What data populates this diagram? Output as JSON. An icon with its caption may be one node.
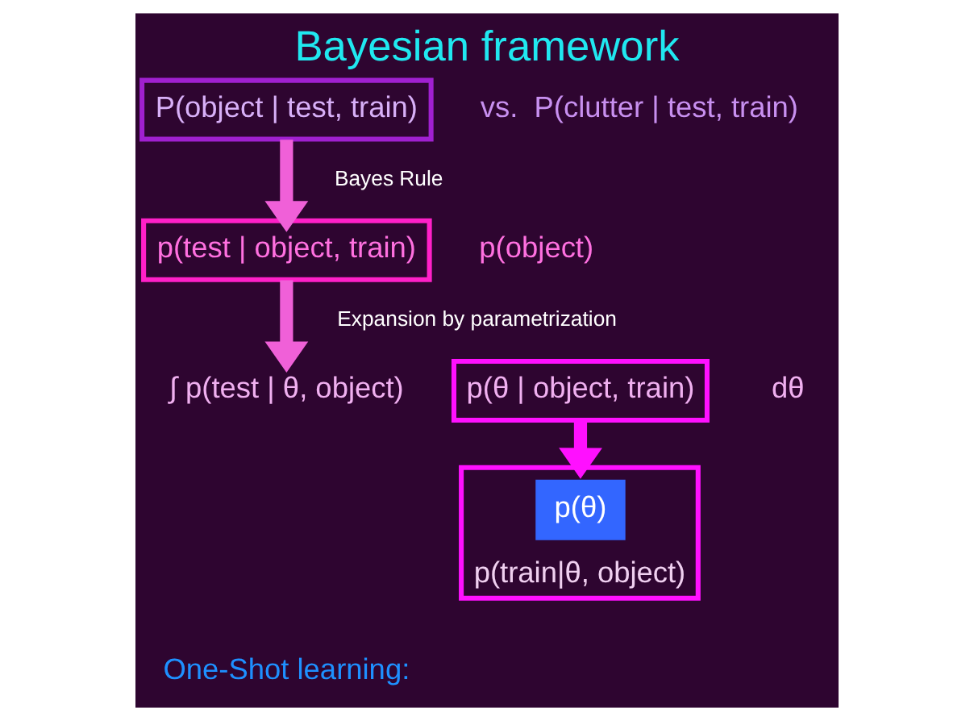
{
  "diagram": {
    "title": "Bayesian framework",
    "nodes": [
      {
        "text": [
          "P(object | test, train)"
        ]
      },
      {
        "text": [
          "p(test | object, train)"
        ]
      },
      {
        "text": [
          "∫ p(test | θ, object)"
        ]
      },
      {
        "text": [
          "p(θ | object, train)"
        ]
      },
      {
        "text": [
          "p(train|θ, object)"
        ]
      },
      {
        "text": [
          "p(θ)"
        ],
        "in": 4
      }
    ],
    "edges": [
      {
        "from": 0,
        "to": 1,
        "arrow": "to",
        "label": "Bayes Rule"
      },
      {
        "from": 1,
        "to": 2,
        "arrow": "to",
        "label": "Expansion by parametrization"
      },
      {
        "from": 3,
        "to": 5,
        "arrow": "to",
        "color": "#ff10ff"
      }
    ],
    "labels": [
      "vs.  P(clutter | test, train)",
      "p(object)",
      "dθ",
      "One-Shot learning:"
    ]
  }
}
